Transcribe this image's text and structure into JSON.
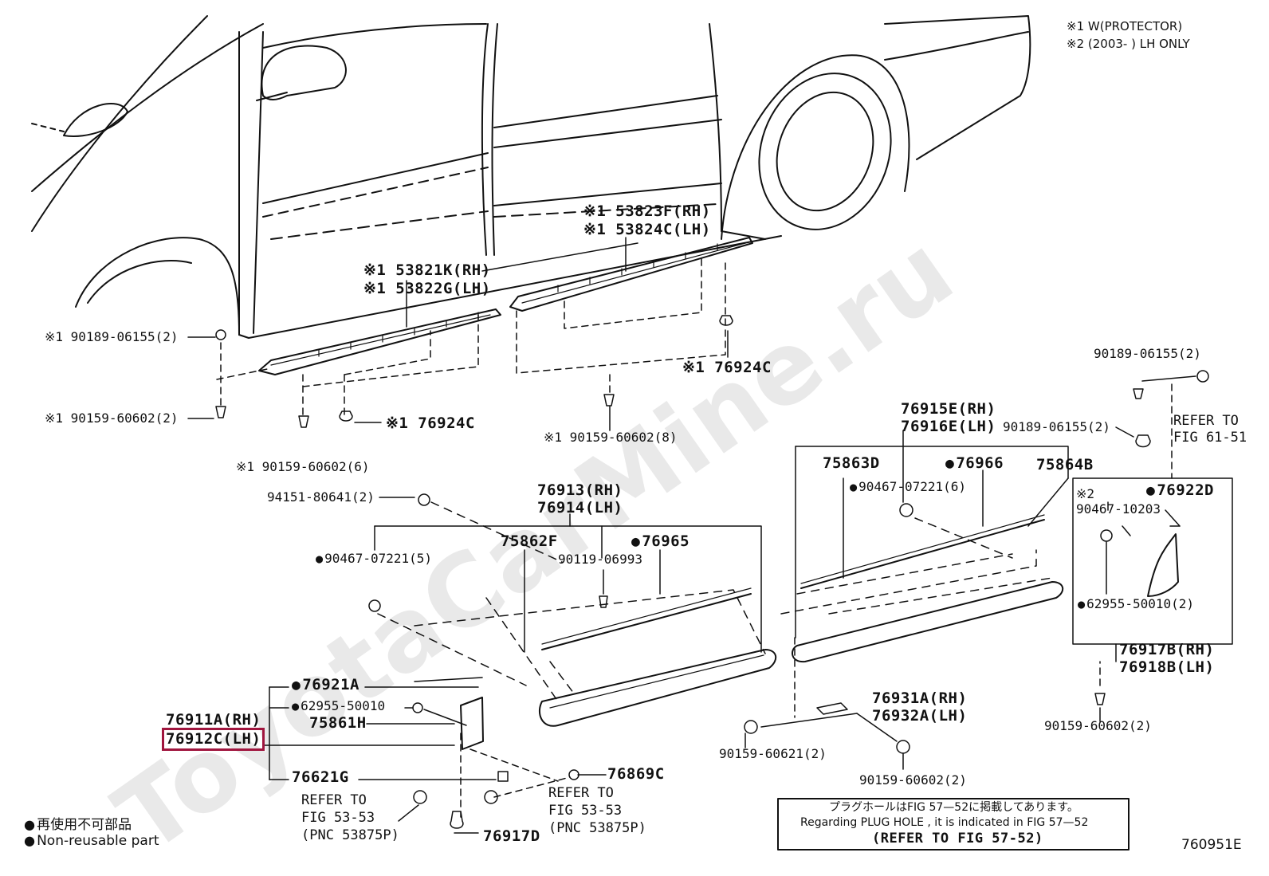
{
  "watermark": "ToyotaCarMine.ru",
  "notes": {
    "n1": "※1 W(PROTECTOR)",
    "n2": "※2 (2003-      ) LH ONLY"
  },
  "legend": {
    "jp": "再使用不可部品",
    "en": "Non-reusable part"
  },
  "plug_note": {
    "jp": "プラグホールはFIG 57—52に掲載してあります。",
    "en": "Regarding  PLUG  HOLE , it is indicated in FIG 57—52",
    "ref": "(REFER TO FIG 57-52)"
  },
  "figure_id": "760951E",
  "labels": {
    "p53823F": "※1 53823F(RH)",
    "p53824C": "※1 53824C(LH)",
    "p53821K": "※1 53821K(RH)",
    "p53822G": "※1 53822G(LH)",
    "p90189_left": "※1 90189-06155(2)",
    "p90159_left": "※1 90159-60602(2)",
    "p90159_6": "※1 90159-60602(6)",
    "p76924C_left": "※1 76924C",
    "p76924C_right": "※1 76924C",
    "p90159_8": "※1 90159-60602(8)",
    "p90189_r1": "90189-06155(2)",
    "p90189_r2": "90189-06155(2)",
    "refer61": "REFER TO",
    "refer61b": "FIG 61-51",
    "p76915E": "76915E(RH)",
    "p76916E": "76916E(LH)",
    "p75863D": "75863D",
    "p76966": "76966",
    "p75864B": "75864B",
    "p90467_6": "90467-07221(6)",
    "s2": "※2",
    "p90467_10203": "90467-10203",
    "p76922D": "76922D",
    "p62955_2": "62955-50010(2)",
    "p76917B": "76917B(RH)",
    "p76918B": "76918B(LH)",
    "p90159_r2": "90159-60602(2)",
    "p94151": "94151-80641(2)",
    "p76913": "76913(RH)",
    "p76914": "76914(LH)",
    "p75862F": "75862F",
    "p76965": "76965",
    "p90119": "90119-06993",
    "p90467_5": "90467-07221(5)",
    "p76921A": "76921A",
    "p62955_1": "62955-50010",
    "p76911A": "76911A(RH)",
    "p76912C": "76912C(LH)",
    "p75861H": "75861H",
    "p76621G": "76621G",
    "p76869C": "76869C",
    "refer53a": "REFER TO",
    "refer53a2": "FIG 53-53",
    "refer53a3": "(PNC 53875P)",
    "refer53b": "REFER TO",
    "refer53b2": "FIG 53-53",
    "refer53b3": "(PNC 53875P)",
    "p76917D": "76917D",
    "p76931A": "76931A(RH)",
    "p76932A": "76932A(LH)",
    "p90159_60621": "90159-60621(2)",
    "p90159_bottom": "90159-60602(2)"
  }
}
